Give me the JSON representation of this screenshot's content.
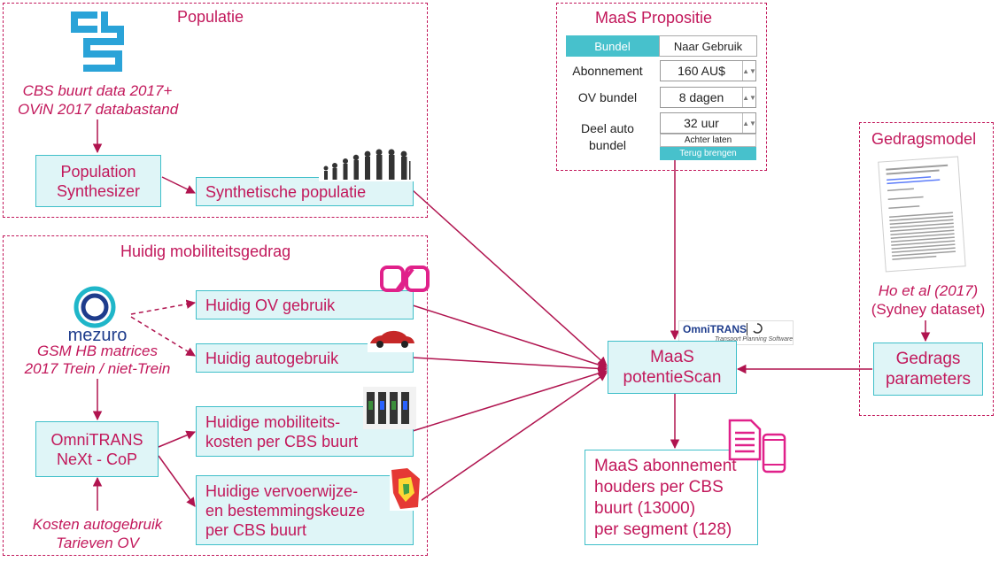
{
  "populatie": {
    "title": "Populatie",
    "cbs_source_line1": "CBS buurt data 2017+",
    "cbs_source_line2": "OViN 2017 databastand",
    "synth_line1": "Population",
    "synth_line2": "Synthesizer",
    "synth_pop": "Synthetische populatie"
  },
  "huidig": {
    "title": "Huidig mobiliteitsgedrag",
    "mezuro_logo": "mezuro",
    "gsm_line1": "GSM HB matrices",
    "gsm_line2": "2017 Trein / niet-Trein",
    "ov_gebruik": "Huidig OV gebruik",
    "autogebruik": "Huidig autogebruik",
    "kosten_line1": "Huidige mobiliteits-",
    "kosten_line2": "kosten per CBS buurt",
    "keuze_line1": "Huidige vervoerwijze-",
    "keuze_line2": "en  bestemmingskeuze",
    "keuze_line3": "per CBS buurt",
    "omni_line1": "OmniTRANS",
    "omni_line2": "NeXt - CoP",
    "kosten_src_line1": "Kosten autogebruik",
    "kosten_src_line2": "Tarieven OV"
  },
  "propositie": {
    "title": "MaaS Propositie",
    "tab_bundel": "Bundel",
    "tab_naar_gebruik": "Naar Gebruik",
    "abonnement_label": "Abonnement",
    "abonnement_value": "160 AU$",
    "ov_bundel_label": "OV bundel",
    "ov_bundel_value": "8 dagen",
    "deel_label_line1": "Deel auto",
    "deel_label_line2": "bundel",
    "deel_value": "32 uur",
    "achter_laten": "Achter laten",
    "terug_brengen": "Terug brengen"
  },
  "center": {
    "omnitrans_logo": "OmniTRANS",
    "omnitrans_sub": "Transport Planning Software",
    "scan_line1": "MaaS",
    "scan_line2": "potentieScan",
    "result_line1": "MaaS abonnement",
    "result_line2": "houders per CBS",
    "result_line3": "buurt (13000)",
    "result_line4": "per segment (128)"
  },
  "gedrag": {
    "title": "Gedragsmodel",
    "ref_line1": "Ho et al (2017)",
    "ref_line2": "(Sydney dataset)",
    "params_line1": "Gedrags",
    "params_line2": "parameters"
  },
  "colors": {
    "accent": "#c2185b",
    "box_fill": "#dff5f7",
    "box_border": "#3fbfc9",
    "tab_active": "#47c1cc"
  }
}
